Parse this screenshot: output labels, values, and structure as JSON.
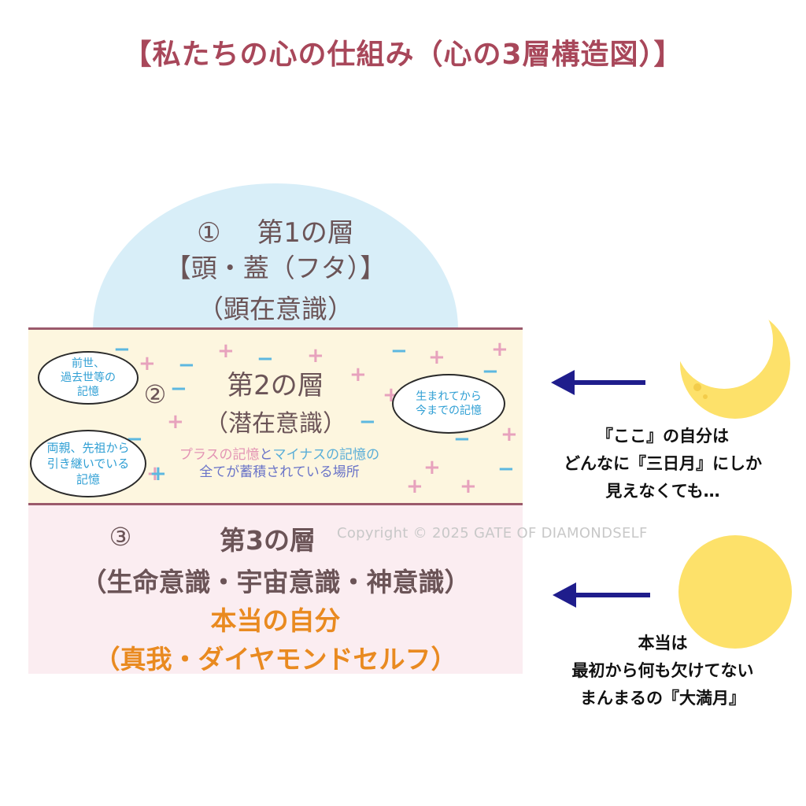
{
  "title": "【私たちの心の仕組み（心の3層構造図）】",
  "layer1": {
    "number": "①",
    "title": "第1の層",
    "subtitle": "【頭・蓋（フタ）】",
    "paren": "（顕在意識）"
  },
  "layer2": {
    "number": "②",
    "title": "第2の層",
    "paren": "（潜在意識）",
    "desc_part1": "プラスの記憶",
    "desc_connector": "と",
    "desc_part2": "マイナスの記憶の",
    "desc_line2": "全てが蓄積されている場所",
    "bubbles": {
      "past_life_line1": "前世、",
      "past_life_line2": "過去世等の",
      "past_life_line3": "記憶",
      "since_birth_line1": "生まれてから",
      "since_birth_line2": "今までの記憶",
      "ancestors_line1": "両親、先祖から",
      "ancestors_line2": "引き継いでいる",
      "ancestors_line3": "記憶"
    },
    "plus_sign": "+",
    "minus_sign": "−"
  },
  "layer3": {
    "number": "③",
    "title": "第3の層",
    "subtitle": "（生命意識・宇宙意識・神意識）",
    "true_self": "本当の自分",
    "true_self_paren": "（真我・ダイヤモンドセルフ）"
  },
  "copyright": "Copyright © 2025 GATE OF DIAMONDSELF",
  "crescent_caption": {
    "line1": "『ここ』の自分は",
    "line2": "どんなに『三日月』にしか",
    "line3": "見えなくても…"
  },
  "full_moon_caption": {
    "line1": "本当は",
    "line2": "最初から何も欠けてない",
    "line3": "まんまるの『大満月』"
  },
  "colors": {
    "title": "#a8475a",
    "layer1_bg": "#d8eef8",
    "layer2_bg": "#fdf6df",
    "layer3_bg": "#fbedf1",
    "moon": "#fde16a",
    "arrow": "#1f1d8c",
    "true_self": "#e98a20"
  },
  "icons": [
    "crescent-moon-icon",
    "full-moon-icon",
    "left-arrow-icon"
  ]
}
